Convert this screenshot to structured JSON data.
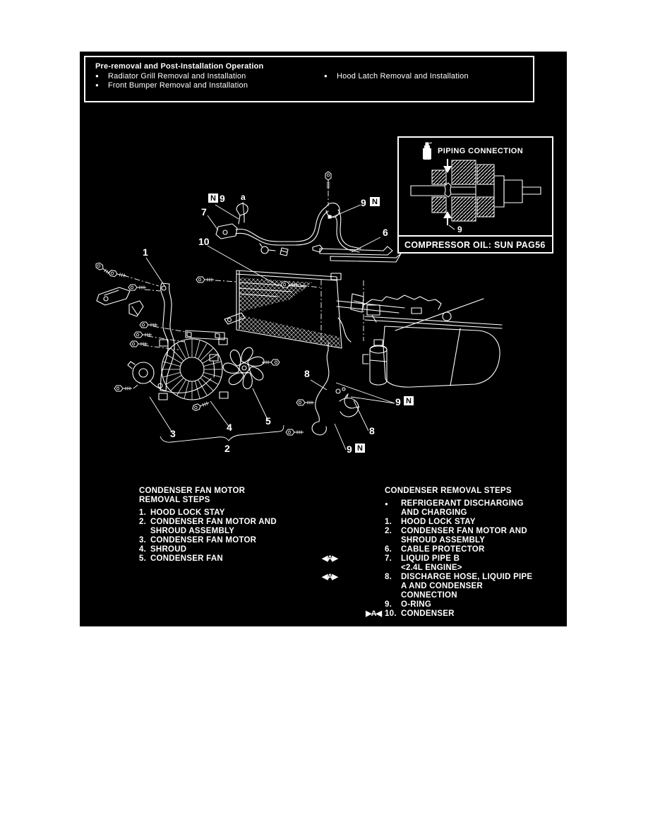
{
  "colors": {
    "paper": "#ffffff",
    "panel": "#000000",
    "ink": "#ffffff"
  },
  "pre_post_box": {
    "title": "Pre-removal and Post-Installation Operation",
    "bullet": "●",
    "left_items": [
      "Radiator Grill Removal and Installation",
      "Front Bumper Removal and Installation"
    ],
    "right_items": [
      "Hood Latch Removal and Installation"
    ]
  },
  "piping_inset": {
    "label": "PIPING CONNECTION",
    "oring_callout": "9",
    "note": "COMPRESSOR OIL: SUN PAG56"
  },
  "callouts": {
    "n": "N",
    "a": "a",
    "no1": "1",
    "no2": "2",
    "no3": "3",
    "no4": "4",
    "no5": "5",
    "no6": "6",
    "no7": "7",
    "no8": "8",
    "no9": "9",
    "no10": "10"
  },
  "fan_motor_steps": {
    "title_lines": [
      "CONDENSER FAN MOTOR",
      "REMOVAL STEPS"
    ],
    "items": [
      {
        "num": "1.",
        "lines": [
          "HOOD LOCK STAY"
        ]
      },
      {
        "num": "2.",
        "lines": [
          "CONDENSER FAN MOTOR AND",
          "SHROUD ASSEMBLY"
        ]
      },
      {
        "num": "3.",
        "lines": [
          "CONDENSER FAN MOTOR"
        ]
      },
      {
        "num": "4.",
        "lines": [
          "SHROUD"
        ]
      },
      {
        "num": "5.",
        "lines": [
          "CONDENSER FAN"
        ]
      }
    ]
  },
  "condenser_steps": {
    "title": "CONDENSER REMOVAL STEPS",
    "items": [
      {
        "num": "●",
        "marker": "",
        "lines": [
          "REFRIGERANT DISCHARGING",
          "AND CHARGING"
        ]
      },
      {
        "num": "1.",
        "marker": "",
        "lines": [
          "HOOD LOCK STAY"
        ]
      },
      {
        "num": "2.",
        "marker": "",
        "lines": [
          "CONDENSER FAN MOTOR AND",
          "SHROUD ASSEMBLY"
        ]
      },
      {
        "num": "6.",
        "marker": "",
        "lines": [
          "CABLE PROTECTOR"
        ]
      },
      {
        "num": "7.",
        "marker": "◀A▶",
        "lines": [
          "LIQUID PIPE B",
          "<2.4L ENGINE>"
        ]
      },
      {
        "num": "8.",
        "marker": "◀A▶",
        "lines": [
          "DISCHARGE HOSE, LIQUID PIPE",
          "A AND CONDENSER",
          "CONNECTION"
        ]
      },
      {
        "num": "9.",
        "marker": "",
        "lines": [
          "O-RING"
        ]
      },
      {
        "num": "10.",
        "marker": "▶A◀",
        "lines": [
          "CONDENSER"
        ]
      }
    ]
  }
}
